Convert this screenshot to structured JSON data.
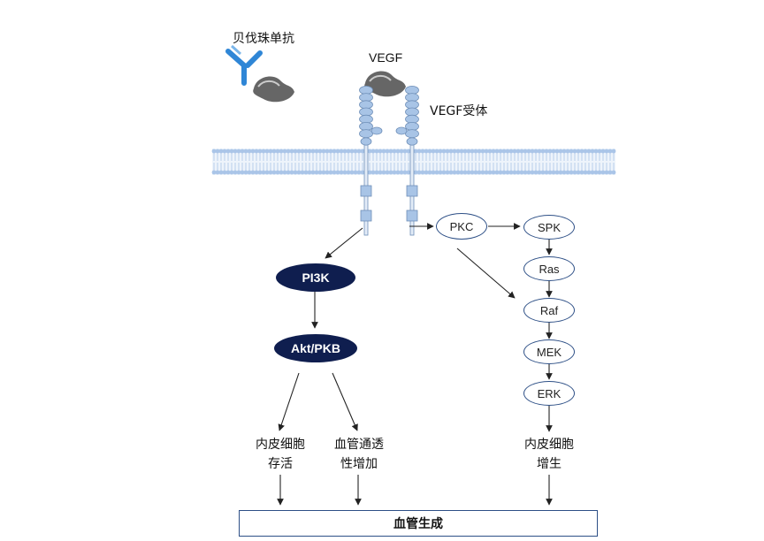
{
  "drug_label": "贝伐珠单抗",
  "ligand_label": "VEGF",
  "receptor_label": "VEGF受体",
  "nodes": {
    "pi3k": "PI3K",
    "akt": "Akt/PKB",
    "pkc": "PKC",
    "spk": "SPK",
    "ras": "Ras",
    "raf": "Raf",
    "mek": "MEK",
    "erk": "ERK"
  },
  "outcomes": {
    "survival_line1": "内皮细胞",
    "survival_line2": "存活",
    "permeability_line1": "血管通透",
    "permeability_line2": "性增加",
    "proliferation_line1": "内皮细胞",
    "proliferation_line2": "增生"
  },
  "final": "血管生成",
  "colors": {
    "antibody": "#2f86d6",
    "ligand": "#666666",
    "receptor": "#a8c4e6",
    "receptor_stroke": "#6f8fb8",
    "membrane": "#aac5e8",
    "dark_node": "#0f1e4f",
    "node_border": "#2d4f86"
  }
}
